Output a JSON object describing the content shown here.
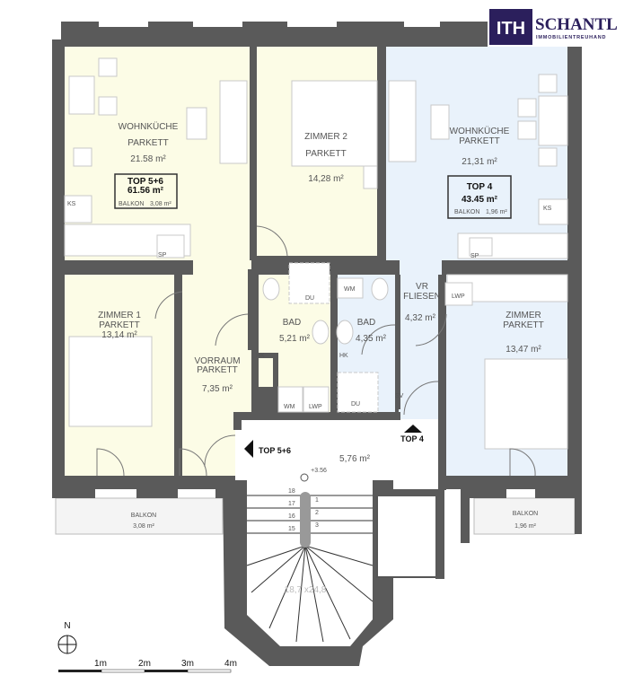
{
  "logo": {
    "mark": "ITH",
    "name": "SCHANTL",
    "subtitle": "IMMOBILIENTREUHAND",
    "brand_color": "#2b1f5c"
  },
  "top56": {
    "summary": {
      "title": "TOP 5+6",
      "area": "61.56 m²",
      "balcony_label": "BALKON",
      "balcony_area": "3,08 m²"
    },
    "rooms": [
      {
        "name": "WOHNKÜCHE",
        "floor": "PARKETT",
        "area": "21.58 m²"
      },
      {
        "name": "ZIMMER 2",
        "floor": "PARKETT",
        "area": "14,28 m²"
      },
      {
        "name": "ZIMMER 1",
        "floor": "PARKETT",
        "area": "13,14 m²"
      },
      {
        "name": "VORRAUM",
        "floor": "PARKETT",
        "area": "7,35 m²"
      },
      {
        "name": "BAD",
        "area": "5,21 m²"
      }
    ],
    "balcony": {
      "label": "BALKON",
      "area": "3,08 m²"
    },
    "fixtures": {
      "ks": "KS",
      "sp": "SP",
      "du": "DU",
      "wm": "WM",
      "lwp": "LWP",
      "hk": "HK"
    }
  },
  "top4": {
    "summary": {
      "title": "TOP 4",
      "area": "43.45 m²",
      "balcony_label": "BALKON",
      "balcony_area": "1,96 m²"
    },
    "rooms": [
      {
        "name": "WOHNKÜCHE",
        "floor": "PARKETT",
        "area": "21,31 m²"
      },
      {
        "name": "VR",
        "floor": "FLIESEN",
        "area": "4,32 m²"
      },
      {
        "name": "BAD",
        "area": "4,35 m²"
      },
      {
        "name": "ZIMMER",
        "floor": "PARKETT",
        "area": "13,47 m²"
      }
    ],
    "balcony": {
      "label": "BALKON",
      "area": "1,96 m²"
    },
    "fixtures": {
      "ks": "KS",
      "sp": "SP",
      "du": "DU",
      "wm": "WM",
      "lwp": "LWP",
      "hk": "HK",
      "sv": "SV"
    }
  },
  "stairwell": {
    "area": "5,76 m²",
    "level": "+3.56",
    "entry_top56": "TOP 5+6",
    "entry_top4": "TOP 4",
    "stair_spec": "18,7 x24,8",
    "step_numbers_left": [
      "18",
      "17",
      "16",
      "15"
    ],
    "step_numbers_right": [
      "1",
      "2",
      "3"
    ]
  },
  "north": {
    "label": "N"
  },
  "scale": {
    "ticks": [
      "1m",
      "2m",
      "3m",
      "4m"
    ]
  }
}
